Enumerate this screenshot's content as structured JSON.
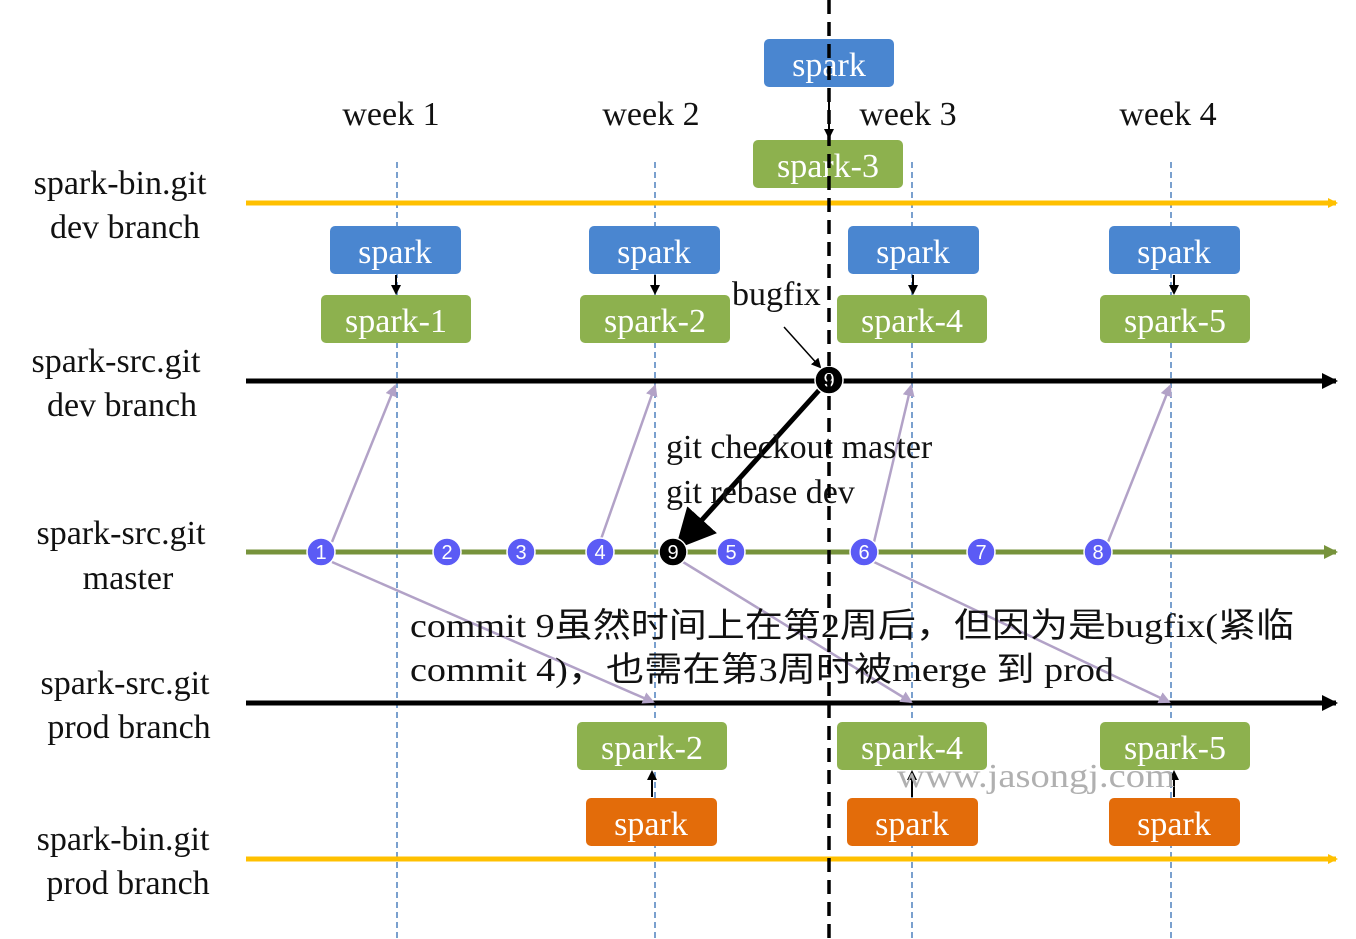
{
  "weeks": [
    "week 1",
    "week 2",
    "week 3",
    "week 4"
  ],
  "lanes": {
    "bin_dev": [
      "spark-bin.git",
      "dev branch"
    ],
    "src_dev": [
      "spark-src.git",
      "dev branch"
    ],
    "src_master": [
      "spark-src.git",
      "master"
    ],
    "src_prod": [
      "spark-src.git",
      "prod branch"
    ],
    "bin_prod": [
      "spark-bin.git",
      "prod branch"
    ]
  },
  "boxes": {
    "top_spark": "spark",
    "spark_3": "spark-3",
    "dev_spark_1": "spark",
    "dev_spark_2": "spark",
    "dev_spark_3": "spark",
    "dev_spark_4": "spark",
    "dev_out_1": "spark-1",
    "dev_out_2": "spark-2",
    "dev_out_3": "spark-4",
    "dev_out_4": "spark-5",
    "prod_out_1": "spark-2",
    "prod_out_2": "spark-4",
    "prod_out_3": "spark-5",
    "prod_spark_1": "spark",
    "prod_spark_2": "spark",
    "prod_spark_3": "spark"
  },
  "commits": {
    "c1": "1",
    "c2": "2",
    "c3": "3",
    "c4": "4",
    "c9m": "9",
    "c5": "5",
    "c6": "6",
    "c7": "7",
    "c8": "8",
    "c9d": "9"
  },
  "annotations": {
    "bugfix": "bugfix",
    "cmd1": "git checkout master",
    "cmd2": "git rebase dev",
    "note1": "commit 9虽然时间上在第2周后，但因为是bugfix(紧临",
    "note2": "commit 4)，也需在第3周时被merge 到 prod",
    "watermark": "www.jasongj.com"
  },
  "colors": {
    "blue": "#4a86d0",
    "green": "#8db14e",
    "orange": "#e36c0a",
    "yellow": "#ffc000",
    "master_line": "#77933c",
    "commit_node": "#5b5bf5",
    "purple_arrow": "#b2a2c7",
    "guide": "#4f81bd"
  }
}
